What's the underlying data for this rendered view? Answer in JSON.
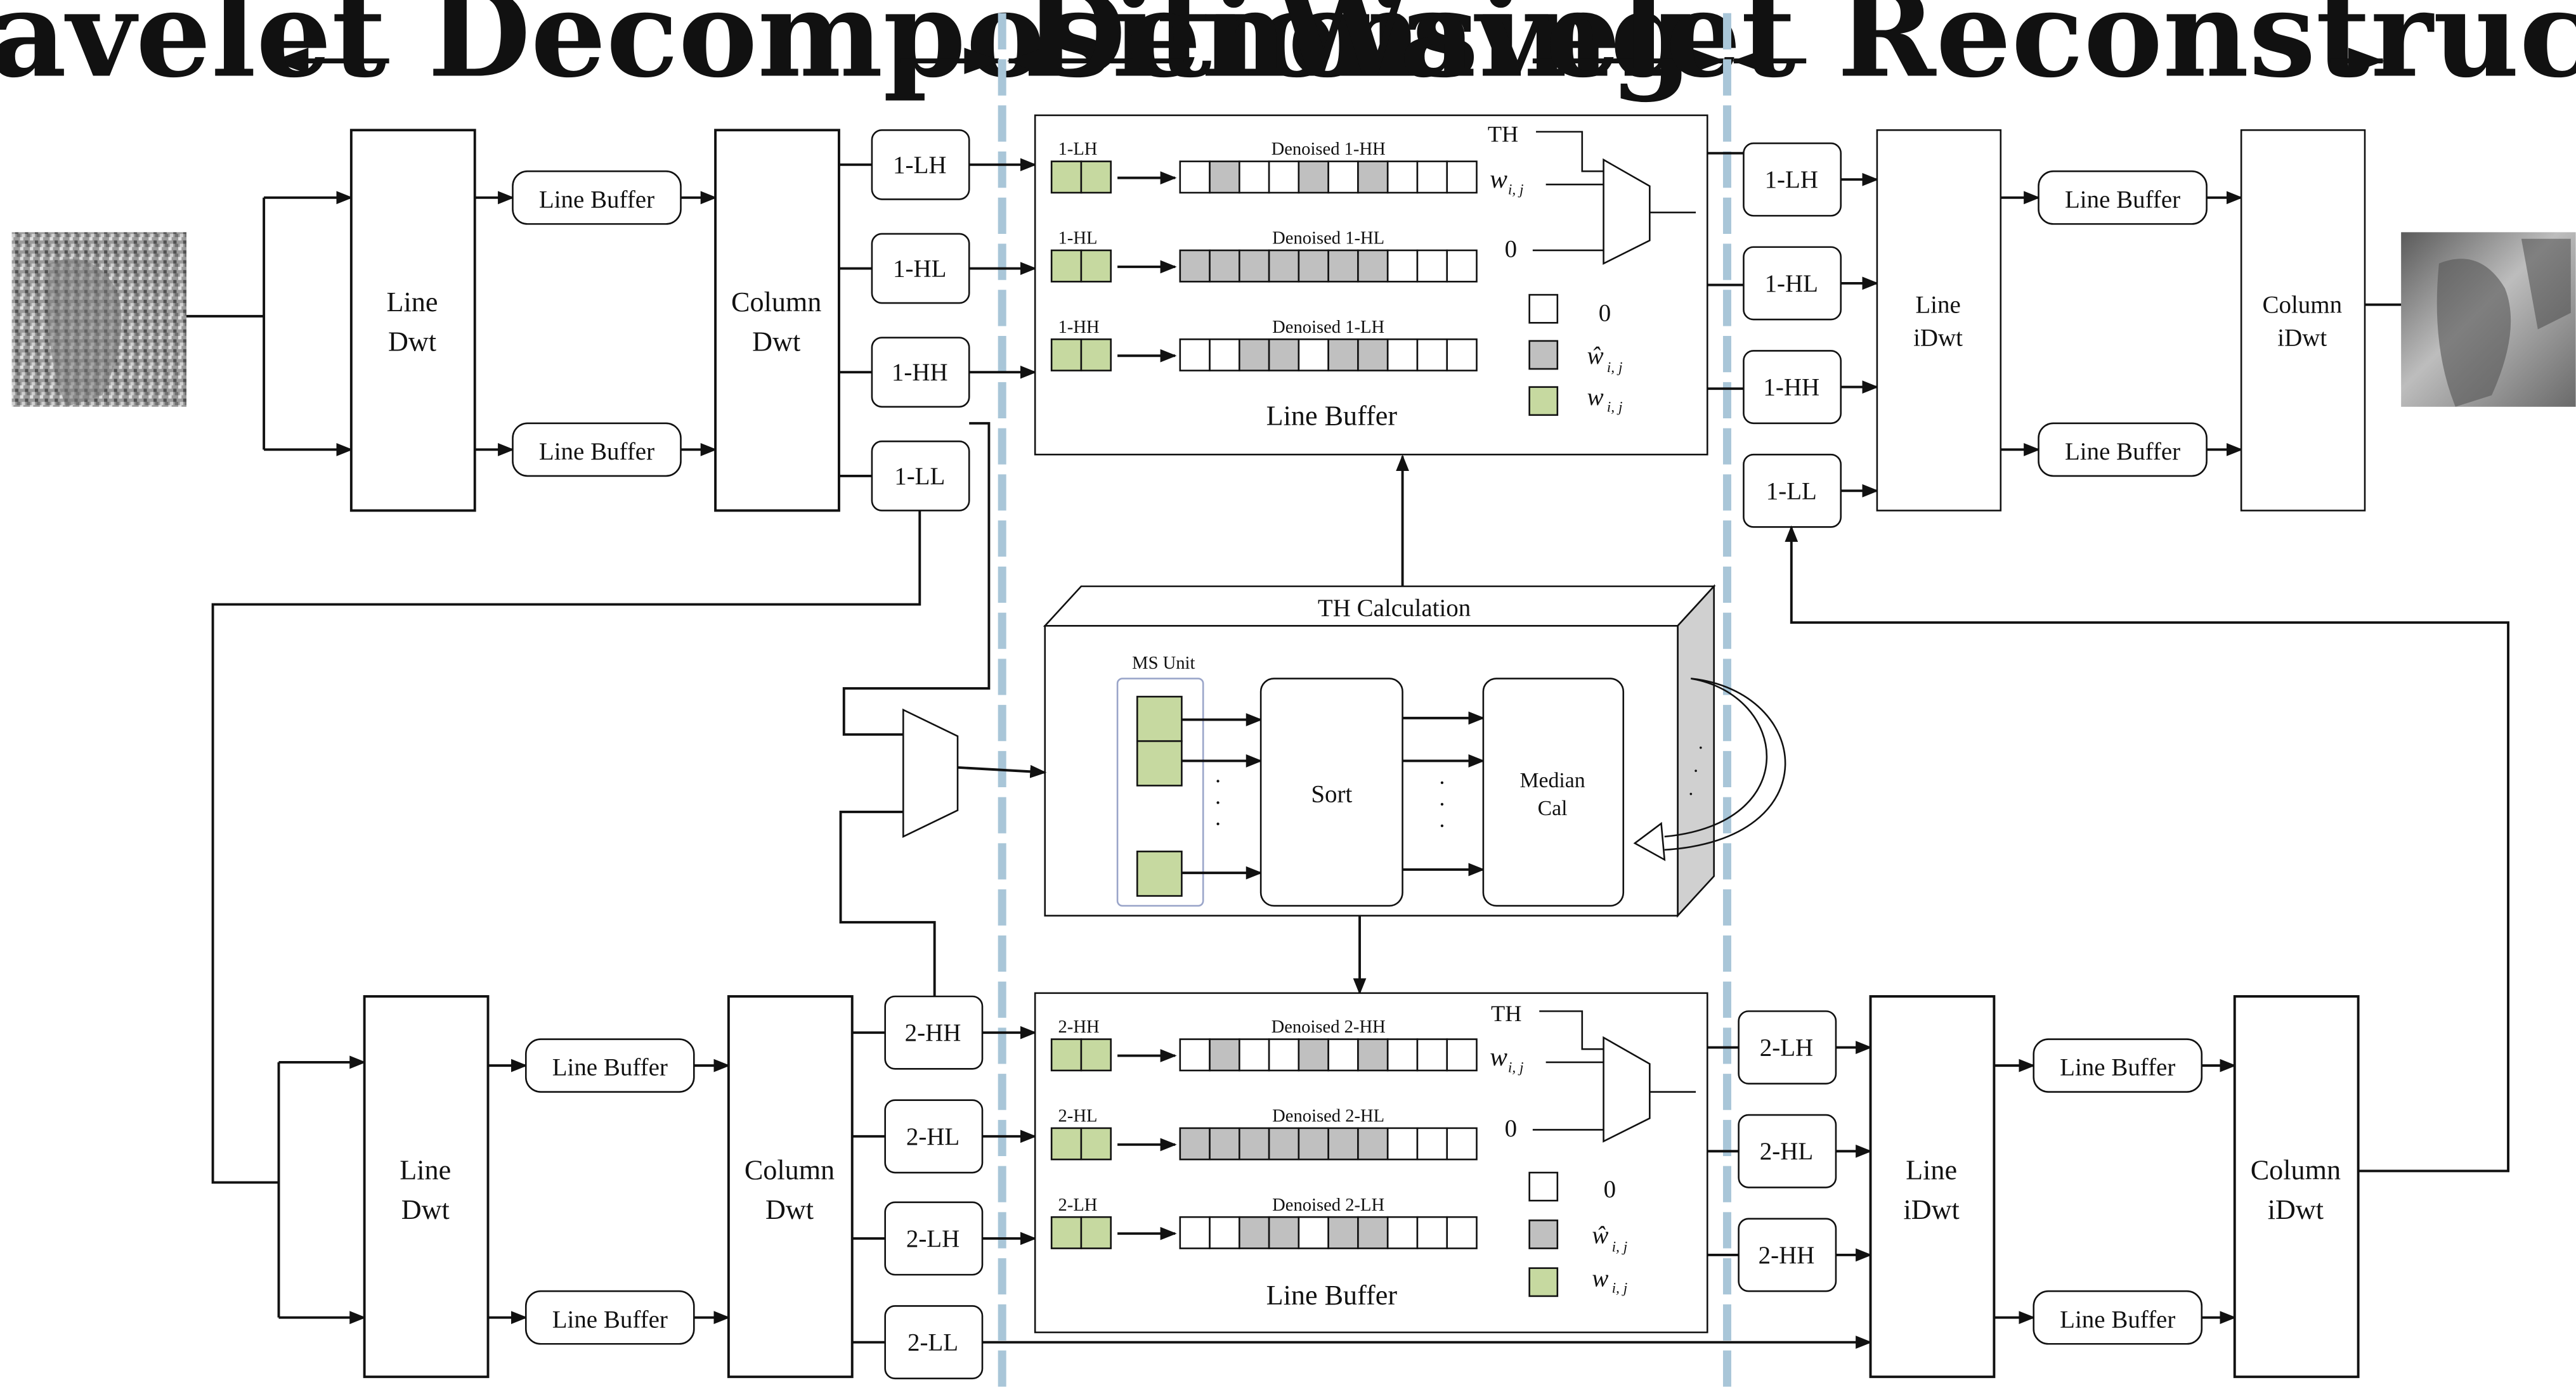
{
  "headers": {
    "decomposition": "Wavelet Decomposition",
    "denoising": "Denoising",
    "reconstruction": "Wavelet Reconstruction"
  },
  "top": {
    "line_dwt": [
      "Line",
      "Dwt"
    ],
    "column_dwt": [
      "Column",
      "Dwt"
    ],
    "line_buffer": "Line Buffer",
    "outputs": [
      "1-LH",
      "1-HL",
      "1-HH",
      "1-LL"
    ],
    "denoise": {
      "rows": [
        {
          "tag": "1-LH",
          "title": "Denoised 1-HH"
        },
        {
          "tag": "1-HL",
          "title": "Denoised 1-HL"
        },
        {
          "tag": "1-HH",
          "title": "Denoised 1-LH"
        }
      ],
      "th": "TH",
      "w": "w",
      "w_sub": "i, j",
      "zero": "0",
      "buffer_label": "Line Buffer"
    },
    "recon_inputs": [
      "1-LH",
      "1-HL",
      "1-HH",
      "1-LL"
    ],
    "line_idwt": [
      "Line",
      "iDwt"
    ],
    "column_idwt": [
      "Column",
      "iDwt"
    ]
  },
  "th_calc": {
    "title": "TH Calculation",
    "ms_unit": "MS Unit",
    "sort": "Sort",
    "median": [
      "Median",
      "Cal"
    ]
  },
  "bottom": {
    "line_dwt": [
      "Line",
      "Dwt"
    ],
    "column_dwt": [
      "Column",
      "Dwt"
    ],
    "line_buffer": "Line Buffer",
    "outputs": [
      "2-HH",
      "2-HL",
      "2-LH",
      "2-LL"
    ],
    "denoise": {
      "rows": [
        {
          "tag": "2-HH",
          "title": "Denoised 2-HH"
        },
        {
          "tag": "2-HL",
          "title": "Denoised 2-HL"
        },
        {
          "tag": "2-LH",
          "title": "Denoised 2-LH"
        }
      ],
      "th": "TH",
      "w": "w",
      "w_sub": "i, j",
      "zero": "0",
      "buffer_label": "Line Buffer"
    },
    "recon_inputs": [
      "2-LH",
      "2-HL",
      "2-HH"
    ],
    "line_idwt": [
      "Line",
      "iDwt"
    ],
    "column_idwt": [
      "Column",
      "iDwt"
    ]
  },
  "legend": {
    "zero": "0",
    "what": "ŵ",
    "w": "w",
    "sub": "i, j"
  },
  "colors": {
    "green_cell": "#c6d9a0",
    "gray_cell": "#c0c0c0",
    "divider": "#a9c6d8"
  }
}
